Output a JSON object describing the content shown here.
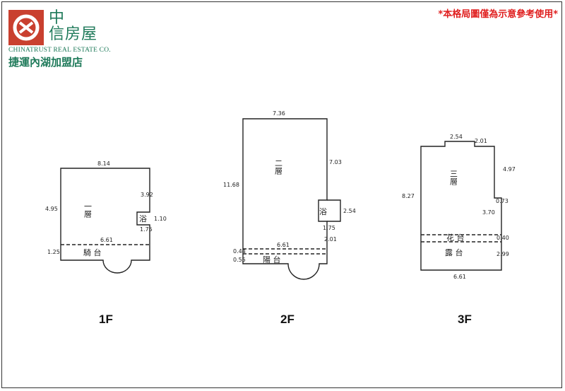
{
  "brand": {
    "name_line1": "中",
    "name_line2": "信房屋",
    "english": "CHINATRUST REAL ESTATE CO.",
    "branch": "捷運內湖加盟店",
    "color": "#1f7a5a",
    "accent": "#c9402f"
  },
  "disclaimer": "*本格局圖僅為示意參考使用*",
  "floors": [
    {
      "label": "1F",
      "room_main": "一層",
      "room_side": "浴",
      "room_bottom": "騎 台",
      "dims": {
        "top": "8.14",
        "left": "4.95",
        "right_upper": "3.92",
        "notch_w": "1.75",
        "notch_h": "1.10",
        "bottom_inner": "6.61",
        "bottom_left": "1.25"
      }
    },
    {
      "label": "2F",
      "room_main": "二層",
      "room_side": "浴",
      "room_bottom": "陽 台",
      "dims": {
        "top": "7.36",
        "left": "11.68",
        "right_upper": "7.03",
        "notch_w": "1.75",
        "notch_h": "2.54",
        "right_lower": "2.01",
        "bottom_inner": "6.61",
        "bottom_left1": "0.44",
        "bottom_left2": "0.55"
      }
    },
    {
      "label": "3F",
      "room_main": "三層",
      "room_band": "花 台",
      "room_bottom": "露 台",
      "dims": {
        "top": "2.54",
        "top_right": "2.01",
        "right_upper": "4.97",
        "right_step": "0.73",
        "left": "8.27",
        "right_mid": "3.70",
        "band": "0.40",
        "right_lower": "2.99",
        "bottom": "6.61"
      }
    }
  ]
}
